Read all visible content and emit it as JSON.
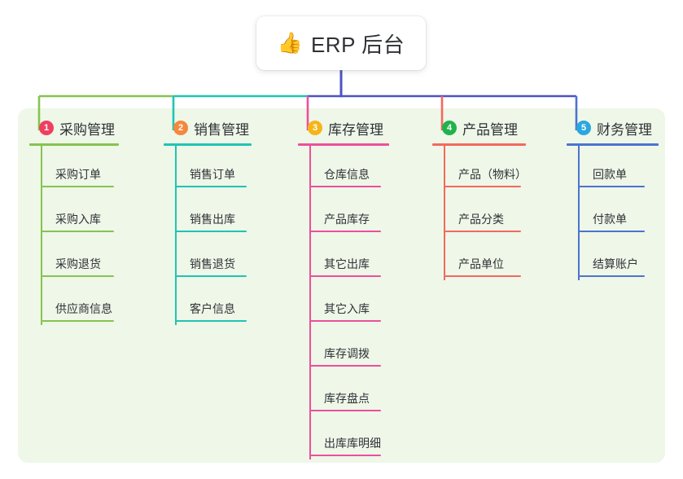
{
  "diagram": {
    "type": "mind-map",
    "root": {
      "icon": "thumbs-up-emoji",
      "emoji": "👍",
      "title": "ERP 后台"
    },
    "panel_color": "#eef7e8",
    "root_stem_color": "#4c55c0",
    "branches": [
      {
        "index": "1",
        "title": "采购管理",
        "badge_color": "#ef4060",
        "line_color": "#86c44f",
        "items": [
          {
            "label": "采购订单"
          },
          {
            "label": "采购入库"
          },
          {
            "label": "采购退货"
          },
          {
            "label": "供应商信息"
          }
        ]
      },
      {
        "index": "2",
        "title": "销售管理",
        "badge_color": "#f4883c",
        "line_color": "#20c4b4",
        "items": [
          {
            "label": "销售订单"
          },
          {
            "label": "销售出库"
          },
          {
            "label": "销售退货"
          },
          {
            "label": "客户信息"
          }
        ]
      },
      {
        "index": "3",
        "title": "库存管理",
        "badge_color": "#f5b51a",
        "line_color": "#ec4f9c",
        "items": [
          {
            "label": "仓库信息"
          },
          {
            "label": "产品库存"
          },
          {
            "label": "其它出库"
          },
          {
            "label": "其它入库"
          },
          {
            "label": "库存调拨"
          },
          {
            "label": "库存盘点"
          },
          {
            "label": "出库库明细"
          }
        ]
      },
      {
        "index": "4",
        "title": "产品管理",
        "badge_color": "#22b24c",
        "line_color": "#f4685f",
        "items": [
          {
            "label": "产品（物料）"
          },
          {
            "label": "产品分类"
          },
          {
            "label": "产品单位"
          }
        ]
      },
      {
        "index": "5",
        "title": "财务管理",
        "badge_color": "#2ba7e0",
        "line_color": "#4d72cf",
        "items": [
          {
            "label": "回款单"
          },
          {
            "label": "付款单"
          },
          {
            "label": "结算账户"
          }
        ]
      }
    ]
  }
}
